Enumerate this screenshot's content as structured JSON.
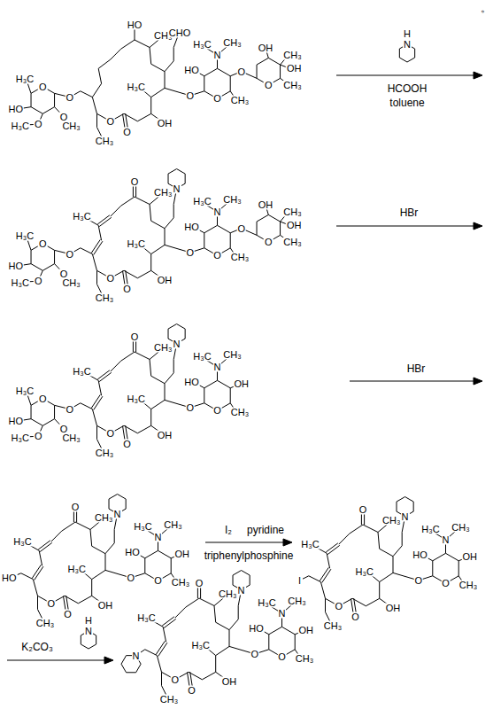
{
  "diagram": {
    "labels": [
      "HO",
      "CH₃",
      "CHO",
      "H₃C",
      "OH",
      "O",
      "O",
      "CH₃",
      "O",
      "O",
      "H₃C",
      "HO",
      "O",
      "H₃C",
      "O",
      "CH₃",
      "O",
      "HO",
      "N",
      "H₃C",
      "CH₃",
      "O",
      "CH₃",
      "O",
      "OH",
      "CH₃",
      "OH",
      "CH₃",
      "O",
      "H",
      "N",
      "HCOOH",
      "toluene",
      "。",
      "O",
      "CH₃",
      "N",
      "H₃C",
      "OH",
      "O",
      "O",
      "CH₃",
      "H₃C",
      "O",
      "O",
      "H₃C",
      "HO",
      "O",
      "H₃C",
      "O",
      "CH₃",
      "O",
      "HO",
      "N",
      "H₃C",
      "CH₃",
      "O",
      "CH₃",
      "O",
      "OH",
      "CH₃",
      "OH",
      "CH₃",
      "O",
      "HBr",
      "O",
      "CH₃",
      "N",
      "H₃C",
      "OH",
      "O",
      "O",
      "CH₃",
      "H₃C",
      "O",
      "O",
      "H₃C",
      "HO",
      "O",
      "H₃C",
      "O",
      "CH₃",
      "O",
      "HO",
      "N",
      "H₃C",
      "CH₃",
      "OH",
      "CH₃",
      "O",
      "HBr",
      "O",
      "CH₃",
      "N",
      "H₃C",
      "OH",
      "O",
      "O",
      "CH₃",
      "H₃C",
      "HO",
      "O",
      "HO",
      "N",
      "H₃C",
      "CH₃",
      "OH",
      "CH₃",
      "O",
      "I₂",
      "pyridine",
      "triphenylphosphine",
      "O",
      "CH₃",
      "N",
      "H₃C",
      "OH",
      "O",
      "O",
      "CH₃",
      "H₃C",
      "I",
      "O",
      "HO",
      "N",
      "H₃C",
      "CH₃",
      "OH",
      "CH₃",
      "O",
      "K₂CO₃",
      "H",
      "N",
      "O",
      "CH₃",
      "N",
      "H₃C",
      "OH",
      "O",
      "O",
      "CH₃",
      "H₃C",
      "N",
      "O",
      "HO",
      "N",
      "H₃C",
      "CH₃",
      "OH",
      "CH₃",
      "O"
    ]
  }
}
